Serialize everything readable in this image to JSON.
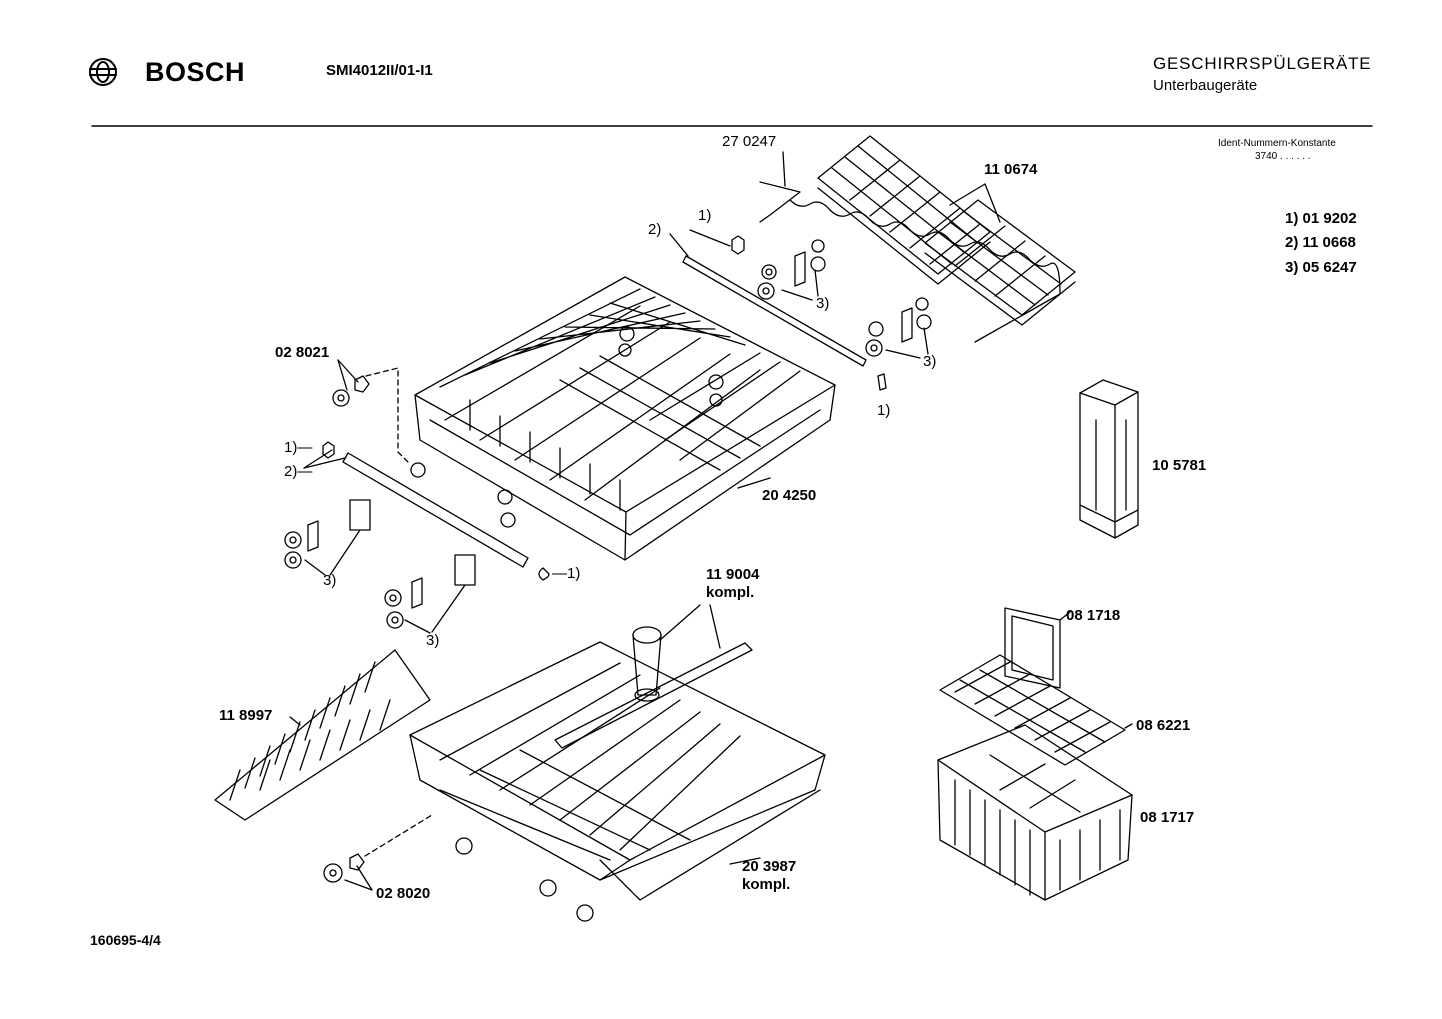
{
  "header": {
    "brand": "BOSCH",
    "model": "SMI4012II/01-I1",
    "category": "GESCHIRRSPÜLGERÄTE",
    "subcategory": "Unterbaugeräte"
  },
  "ident": {
    "label": "Ident-Nummern-Konstante",
    "value": "3740  . .  . . . ."
  },
  "legend": [
    "1) 01 9202",
    "2) 11 0668",
    "3) 05 6247"
  ],
  "parts": {
    "p270247": "27 0247",
    "p110674": "11 0674",
    "p028021": "02 8021",
    "p204250": "20 4250",
    "p105781": "10 5781",
    "p119004": "11 9004",
    "p119004b": "kompl.",
    "p118997": "11 8997",
    "p081718": "08 1718",
    "p086221": "08 6221",
    "p081717": "08 1717",
    "p203987": "20 3987",
    "p203987b": "kompl.",
    "p028020": "02 8020"
  },
  "callouts": {
    "c1a": "1)",
    "c2a": "2)",
    "c3a": "3)",
    "c3b": "3)",
    "c1b": "1)",
    "c1c": "1)—",
    "c2c": "2)—",
    "c3c": "3)",
    "c1d": "—1)",
    "c3d": "3)"
  },
  "footer": {
    "doc_number": "160695-4/4"
  },
  "colors": {
    "ink": "#000000",
    "paper": "#ffffff"
  }
}
